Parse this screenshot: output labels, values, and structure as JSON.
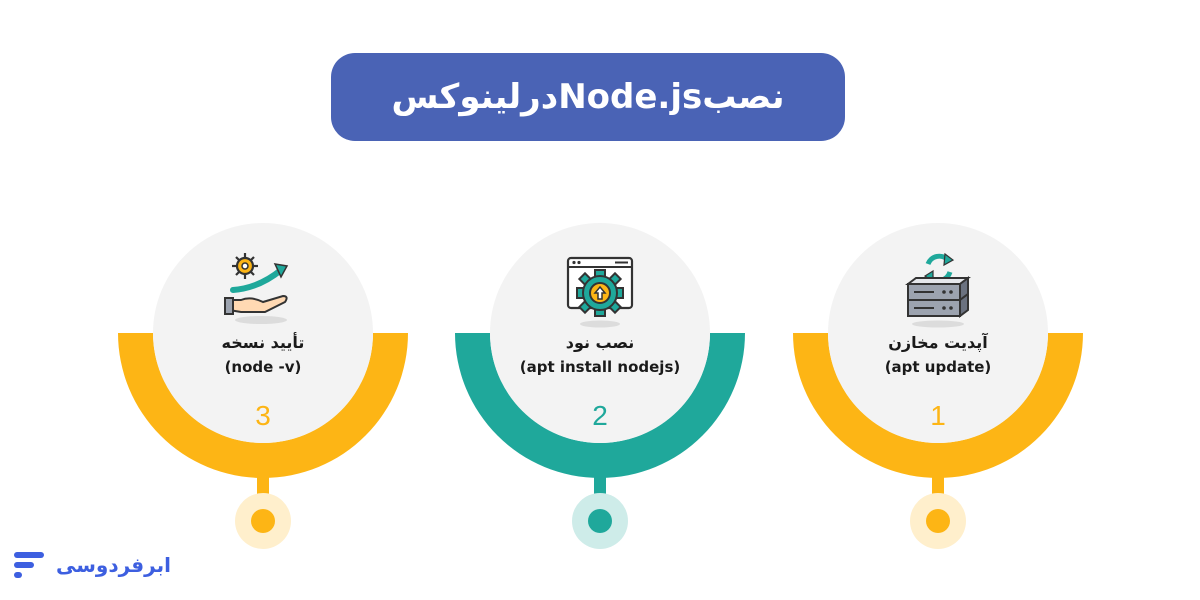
{
  "title": "نصبNode.jsدرلینوکس",
  "steps": [
    {
      "number": "3",
      "title": "تأیید نسخه",
      "command": "(node -v)",
      "color": "#FDB515",
      "icon": "gear-growth-hand-icon"
    },
    {
      "number": "2",
      "title": "نصب نود",
      "command": "(apt install nodejs)",
      "color": "#1FA89B",
      "icon": "install-gear-window-icon"
    },
    {
      "number": "1",
      "title": "آپدیت مخازن",
      "command": "(apt update)",
      "color": "#FDB515",
      "icon": "server-refresh-icon"
    }
  ],
  "brand": {
    "name": "ابرفردوسی",
    "logo_icon": "brand-lines-icon"
  },
  "colors": {
    "title_bg": "#4A63B5",
    "circle_bg": "#F3F3F3",
    "brand_blue": "#3D5FE0"
  }
}
